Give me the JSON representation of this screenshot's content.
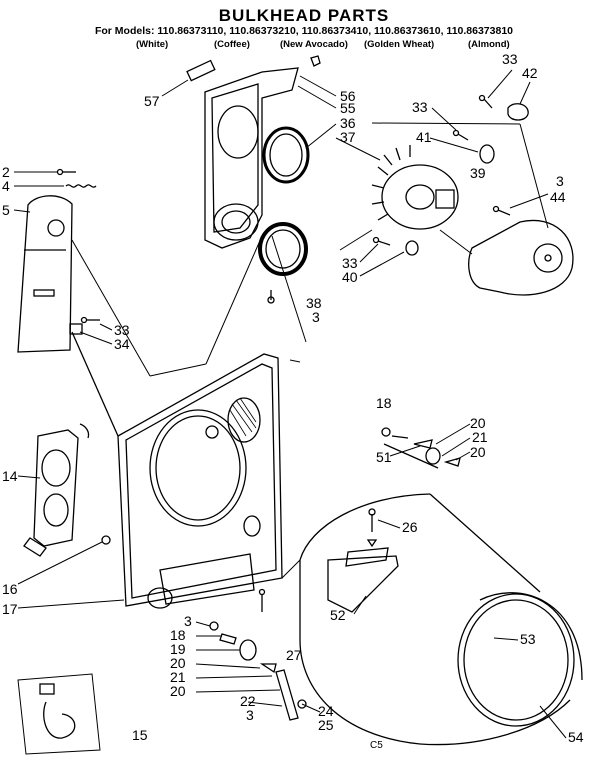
{
  "title": "BULKHEAD PARTS",
  "models_line": "For Models: 110.86373110, 110.86373210, 110.86373410, 110.86373610, 110.86373810",
  "colors": [
    "(White)",
    "(Coffee)",
    "(New Avocado)",
    "(Golden Wheat)",
    "(Almond)"
  ],
  "callouts": [
    {
      "id": "c57",
      "text": "57"
    },
    {
      "id": "c56",
      "text": "56"
    },
    {
      "id": "c55",
      "text": "55"
    },
    {
      "id": "c36",
      "text": "36"
    },
    {
      "id": "c37",
      "text": "37"
    },
    {
      "id": "c33a",
      "text": "33"
    },
    {
      "id": "c42",
      "text": "42"
    },
    {
      "id": "c33b",
      "text": "33"
    },
    {
      "id": "c41",
      "text": "41"
    },
    {
      "id": "c39",
      "text": "39"
    },
    {
      "id": "c3a",
      "text": "3"
    },
    {
      "id": "c44",
      "text": "44"
    },
    {
      "id": "c33c",
      "text": "33"
    },
    {
      "id": "c40",
      "text": "40"
    },
    {
      "id": "c38",
      "text": "38"
    },
    {
      "id": "c3b",
      "text": "3"
    },
    {
      "id": "c2",
      "text": "2"
    },
    {
      "id": "c4",
      "text": "4"
    },
    {
      "id": "c5",
      "text": "5"
    },
    {
      "id": "c33d",
      "text": "33"
    },
    {
      "id": "c34",
      "text": "34"
    },
    {
      "id": "c14",
      "text": "14"
    },
    {
      "id": "c16",
      "text": "16"
    },
    {
      "id": "c17",
      "text": "17"
    },
    {
      "id": "c18a",
      "text": "18"
    },
    {
      "id": "c20a",
      "text": "20"
    },
    {
      "id": "c21a",
      "text": "21"
    },
    {
      "id": "c20b",
      "text": "20"
    },
    {
      "id": "c51",
      "text": "51"
    },
    {
      "id": "c26",
      "text": "26"
    },
    {
      "id": "c52",
      "text": "52"
    },
    {
      "id": "c53",
      "text": "53"
    },
    {
      "id": "c54",
      "text": "54"
    },
    {
      "id": "c3c",
      "text": "3"
    },
    {
      "id": "c18b",
      "text": "18"
    },
    {
      "id": "c19",
      "text": "19"
    },
    {
      "id": "c20c",
      "text": "20"
    },
    {
      "id": "c21b",
      "text": "21"
    },
    {
      "id": "c20d",
      "text": "20"
    },
    {
      "id": "c27",
      "text": "27"
    },
    {
      "id": "c22",
      "text": "22"
    },
    {
      "id": "c3d",
      "text": "3"
    },
    {
      "id": "c24",
      "text": "24"
    },
    {
      "id": "c25",
      "text": "25"
    },
    {
      "id": "c15",
      "text": "15"
    },
    {
      "id": "c5foot",
      "text": "C5"
    }
  ]
}
